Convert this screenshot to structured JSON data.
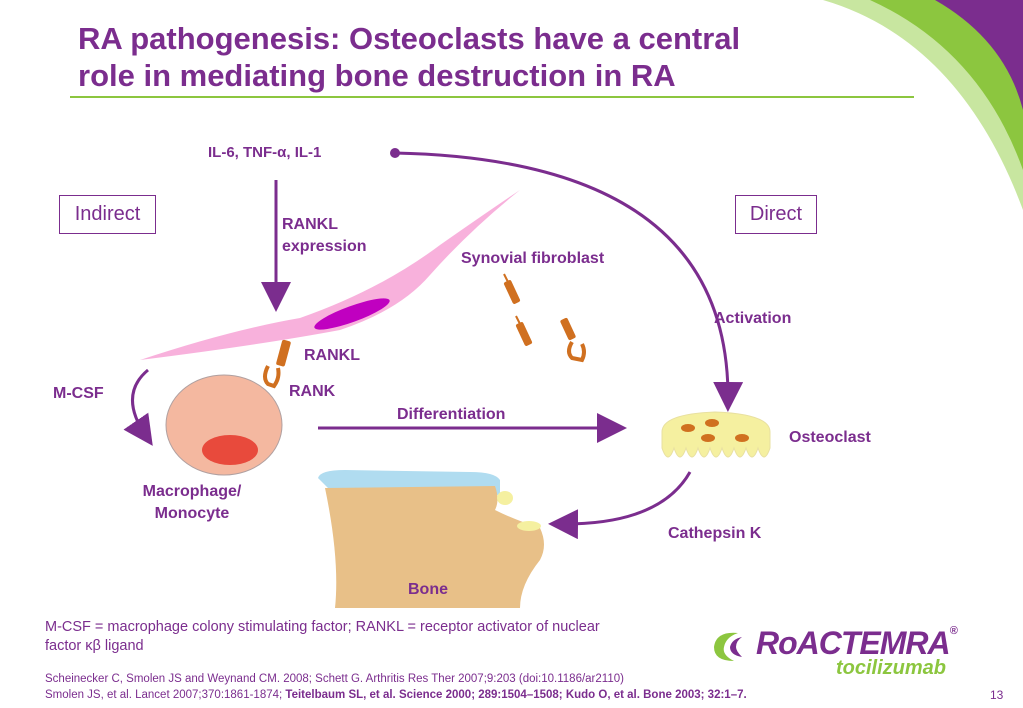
{
  "title": {
    "line1": "RA pathogenesis: Osteoclasts have a central",
    "line2": "role in mediating bone destruction in RA"
  },
  "diagram": {
    "cytokines": "IL-6, TNF-α, IL-1",
    "indirect": "Indirect",
    "direct": "Direct",
    "rankl_expression_1": "RANKL",
    "rankl_expression_2": "expression",
    "synovial_fibroblast": "Synovial fibroblast",
    "activation": "Activation",
    "rankl": "RANKL",
    "rank": "RANK",
    "mcsf": "M-CSF",
    "differentiation": "Differentiation",
    "osteoclast": "Osteoclast",
    "macrophage_1": "Macrophage/",
    "macrophage_2": "Monocyte",
    "cathepsin": "Cathepsin K",
    "bone": "Bone"
  },
  "footnote": {
    "line1": "M-CSF = macrophage colony stimulating factor; RANKL = receptor activator of nuclear",
    "line2": "factor κβ ligand"
  },
  "references": {
    "line1": "Scheinecker C, Smolen JS and Weynand CM. 2008; Schett G. Arthritis Res Ther 2007;9:203 (doi:10.1186/ar2110)",
    "line2_plain": "Smolen JS, et al. Lancet 2007;370:1861-1874; ",
    "line2_bold": "Teitelbaum SL, et al. Science 2000; 289:1504–1508; Kudo O, et al. Bone 2003; 32:1–7."
  },
  "logo": {
    "brand": "RoACTEMRA",
    "trademark": "®",
    "subtitle": "tocilizumab"
  },
  "page_number": "13",
  "colors": {
    "purple": "#7b2d8e",
    "green": "#8cc63f",
    "pink": "#f7a8d8",
    "magenta": "#c000c0",
    "cell": "#f4b8a0",
    "nucleus": "#e84a3c",
    "osteoclast": "#f5f0a0",
    "bone": "#e8c088",
    "cartilage": "#b0dcf0",
    "receptor": "#d07020"
  }
}
